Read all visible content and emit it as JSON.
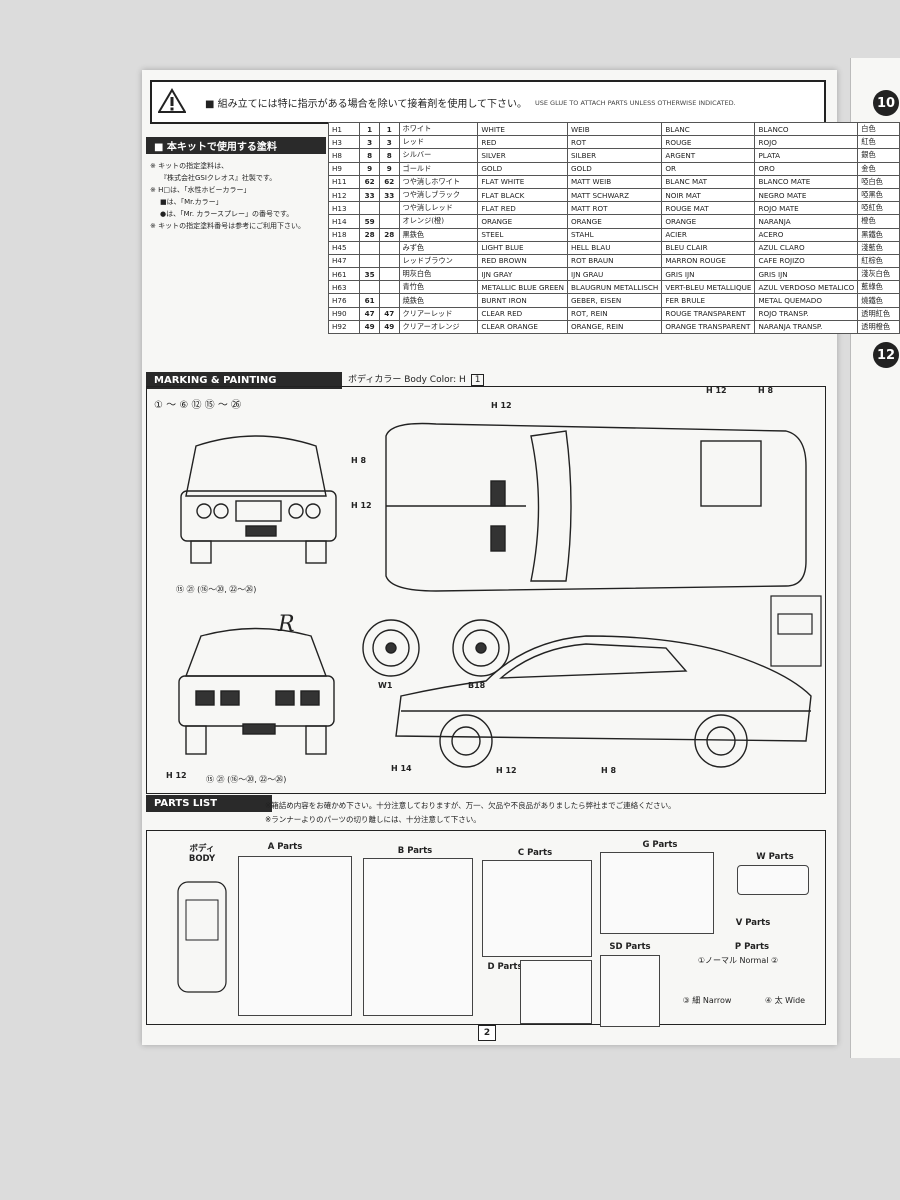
{
  "header": {
    "warning_jp": "■ 組み立てには特に指示がある場合を除いて接着剤を使用して下さい。",
    "warning_en": "USE GLUE TO ATTACH PARTS UNLESS OTHERWISE INDICATED."
  },
  "paints": {
    "title": "■ 本キットで使用する塗料",
    "notes": [
      "※ キットの指定塗料は、",
      "『株式会社GSIクレオス』社製です。",
      "※ H□は、「水性ホビーカラー」",
      "■は、「Mr.カラー」",
      "●は、「Mr. カラースプレー」の番号です。",
      "※ キットの指定塗料番号は参考にご利用下さい。"
    ],
    "rows": [
      [
        "H1",
        "1",
        "1",
        "ホワイト",
        "WHITE",
        "WEIB",
        "BLANC",
        "BLANCO",
        "白色"
      ],
      [
        "H3",
        "3",
        "3",
        "レッド",
        "RED",
        "ROT",
        "ROUGE",
        "ROJO",
        "紅色"
      ],
      [
        "H8",
        "8",
        "8",
        "シルバー",
        "SILVER",
        "SILBER",
        "ARGENT",
        "PLATA",
        "銀色"
      ],
      [
        "H9",
        "9",
        "9",
        "ゴールド",
        "GOLD",
        "GOLD",
        "OR",
        "ORO",
        "金色"
      ],
      [
        "H11",
        "62",
        "62",
        "つや消しホワイト",
        "FLAT WHITE",
        "MATT WEIB",
        "BLANC MAT",
        "BLANCO MATE",
        "啞白色"
      ],
      [
        "H12",
        "33",
        "33",
        "つや消しブラック",
        "FLAT BLACK",
        "MATT SCHWARZ",
        "NOIR MAT",
        "NEGRO MATE",
        "啞黑色"
      ],
      [
        "H13",
        "",
        "",
        "つや消しレッド",
        "FLAT RED",
        "MATT ROT",
        "ROUGE MAT",
        "ROJO MATE",
        "啞紅色"
      ],
      [
        "H14",
        "59",
        "",
        "オレンジ(橙)",
        "ORANGE",
        "ORANGE",
        "ORANGE",
        "NARANJA",
        "橙色"
      ],
      [
        "H18",
        "28",
        "28",
        "黒鉄色",
        "STEEL",
        "STAHL",
        "ACIER",
        "ACERO",
        "黑鐵色"
      ],
      [
        "H45",
        "",
        "",
        "みず色",
        "LIGHT BLUE",
        "HELL BLAU",
        "BLEU CLAIR",
        "AZUL CLARO",
        "淺藍色"
      ],
      [
        "H47",
        "",
        "",
        "レッドブラウン",
        "RED BROWN",
        "ROT BRAUN",
        "MARRON ROUGE",
        "CAFE ROJIZO",
        "紅棕色"
      ],
      [
        "H61",
        "35",
        "",
        "明灰白色",
        "IJN GRAY",
        "IJN GRAU",
        "GRIS IJN",
        "GRIS IJN",
        "淺灰白色"
      ],
      [
        "H63",
        "",
        "",
        "青竹色",
        "METALLIC BLUE GREEN",
        "BLAUGRUN METALLISCH",
        "VERT-BLEU METALLIQUE",
        "AZUL VERDOSO METALICO",
        "藍綠色"
      ],
      [
        "H76",
        "61",
        "",
        "焼鉄色",
        "BURNT IRON",
        "GEBER, EISEN",
        "FER BRULE",
        "METAL QUEMADO",
        "燒鐵色"
      ],
      [
        "H90",
        "47",
        "47",
        "クリアーレッド",
        "CLEAR RED",
        "ROT, REIN",
        "ROUGE TRANSPARENT",
        "ROJO TRANSP.",
        "透明紅色"
      ],
      [
        "H92",
        "49",
        "49",
        "クリアーオレンジ",
        "CLEAR ORANGE",
        "ORANGE, REIN",
        "ORANGE TRANSPARENT",
        "NARANJA TRANSP.",
        "透明橙色"
      ]
    ]
  },
  "marking": {
    "title": "MARKING & PAINTING",
    "body_color_label": "ボディカラー Body Color: H",
    "body_color_code": "1",
    "decals": "① 〜 ⑥ ⑫  ⑮ 〜 ㉖",
    "front_decals": "⑮ ㉑ (⑯〜⑳, ㉒〜㉖)",
    "rear_decals": "⑮ ㉑ (⑯〜⑳, ㉒〜㉖)",
    "wheel_w1": "W1",
    "wheel_b18": "B18"
  },
  "parts": {
    "title": "PARTS LIST",
    "note1": "※箱詰め内容をお確かめ下さい。十分注意しておりますが、万一、欠品や不良品がありましたら弊社までご連絡ください。",
    "note2": "※ランナーよりのパーツの切り離しには、十分注意して下さい。",
    "body_jp": "ボディ",
    "body_en": "BODY",
    "a": "A Parts",
    "b": "B Parts",
    "c": "C Parts",
    "d": "D Parts",
    "g": "G Parts",
    "w": "W Parts",
    "v": "V Parts",
    "sd": "SD Parts",
    "p": "P Parts",
    "normal": "①ノーマル Normal ②",
    "narrow": "③ 細 Narrow",
    "wide": "④ 太 Wide"
  },
  "page_number": "2",
  "step_badges": [
    "10",
    "12"
  ]
}
